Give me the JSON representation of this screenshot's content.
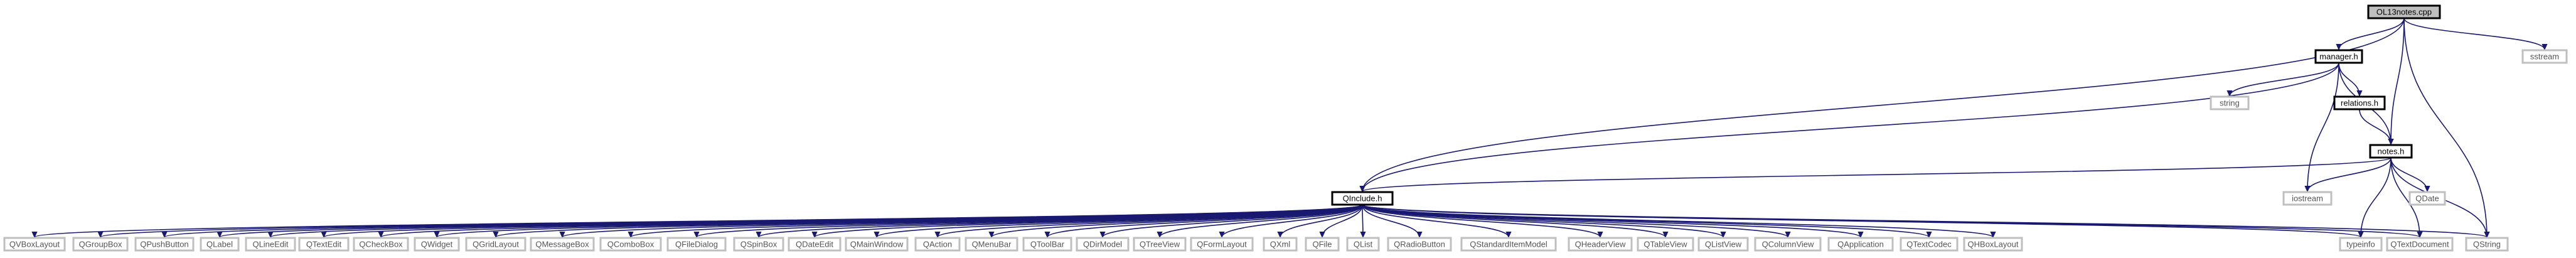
{
  "graph": {
    "nodes": [
      {
        "id": "root",
        "label": "OL13notes.cpp",
        "style": "root"
      },
      {
        "id": "manager",
        "label": "manager.h",
        "style": "internal"
      },
      {
        "id": "sstream",
        "label": "sstream",
        "style": "leaf"
      },
      {
        "id": "string",
        "label": "string",
        "style": "leaf"
      },
      {
        "id": "relations",
        "label": "relations.h",
        "style": "internal"
      },
      {
        "id": "notes",
        "label": "notes.h",
        "style": "internal"
      },
      {
        "id": "qinclude",
        "label": "QInclude.h",
        "style": "internal"
      },
      {
        "id": "iostream",
        "label": "iostream",
        "style": "leaf"
      },
      {
        "id": "qdate",
        "label": "QDate",
        "style": "leaf"
      },
      {
        "id": "typeinfo",
        "label": "typeinfo",
        "style": "leaf"
      },
      {
        "id": "qtextdocument",
        "label": "QTextDocument",
        "style": "leaf"
      },
      {
        "id": "qstring",
        "label": "QString",
        "style": "leaf"
      },
      {
        "id": "qvboxlayout",
        "label": "QVBoxLayout",
        "style": "leaf"
      },
      {
        "id": "qgroupbox",
        "label": "QGroupBox",
        "style": "leaf"
      },
      {
        "id": "qpushbutton",
        "label": "QPushButton",
        "style": "leaf"
      },
      {
        "id": "qlabel",
        "label": "QLabel",
        "style": "leaf"
      },
      {
        "id": "qlineedit",
        "label": "QLineEdit",
        "style": "leaf"
      },
      {
        "id": "qtextedit",
        "label": "QTextEdit",
        "style": "leaf"
      },
      {
        "id": "qcheckbox",
        "label": "QCheckBox",
        "style": "leaf"
      },
      {
        "id": "qwidget",
        "label": "QWidget",
        "style": "leaf"
      },
      {
        "id": "qgridlayout",
        "label": "QGridLayout",
        "style": "leaf"
      },
      {
        "id": "qmessagebox",
        "label": "QMessageBox",
        "style": "leaf"
      },
      {
        "id": "qcombobox",
        "label": "QComboBox",
        "style": "leaf"
      },
      {
        "id": "qfiledialog",
        "label": "QFileDialog",
        "style": "leaf"
      },
      {
        "id": "qspinbox",
        "label": "QSpinBox",
        "style": "leaf"
      },
      {
        "id": "qdateedit",
        "label": "QDateEdit",
        "style": "leaf"
      },
      {
        "id": "qmainwindow",
        "label": "QMainWindow",
        "style": "leaf"
      },
      {
        "id": "qaction",
        "label": "QAction",
        "style": "leaf"
      },
      {
        "id": "qmenubar",
        "label": "QMenuBar",
        "style": "leaf"
      },
      {
        "id": "qtoolbar",
        "label": "QToolBar",
        "style": "leaf"
      },
      {
        "id": "qdirmodel",
        "label": "QDirModel",
        "style": "leaf"
      },
      {
        "id": "qtreeview",
        "label": "QTreeView",
        "style": "leaf"
      },
      {
        "id": "qformlayout",
        "label": "QFormLayout",
        "style": "leaf"
      },
      {
        "id": "qxml",
        "label": "QXml",
        "style": "leaf"
      },
      {
        "id": "qfile",
        "label": "QFile",
        "style": "leaf"
      },
      {
        "id": "qlist",
        "label": "QList",
        "style": "leaf"
      },
      {
        "id": "qradiobutton",
        "label": "QRadioButton",
        "style": "leaf"
      },
      {
        "id": "qstandarditemmodel",
        "label": "QStandardItemModel",
        "style": "leaf"
      },
      {
        "id": "qheaderview",
        "label": "QHeaderView",
        "style": "leaf"
      },
      {
        "id": "qtableview",
        "label": "QTableView",
        "style": "leaf"
      },
      {
        "id": "qlistview",
        "label": "QListView",
        "style": "leaf"
      },
      {
        "id": "qcolumnview",
        "label": "QColumnView",
        "style": "leaf"
      },
      {
        "id": "qapplication",
        "label": "QApplication",
        "style": "leaf"
      },
      {
        "id": "qtextcodec",
        "label": "QTextCodec",
        "style": "leaf"
      },
      {
        "id": "qhboxlayout",
        "label": "QHBoxLayout",
        "style": "leaf"
      }
    ],
    "edges": [
      [
        "root",
        "manager"
      ],
      [
        "root",
        "sstream"
      ],
      [
        "root",
        "notes"
      ],
      [
        "root",
        "qinclude"
      ],
      [
        "root",
        "qstring"
      ],
      [
        "manager",
        "string"
      ],
      [
        "manager",
        "relations"
      ],
      [
        "manager",
        "notes"
      ],
      [
        "manager",
        "qinclude"
      ],
      [
        "manager",
        "iostream"
      ],
      [
        "relations",
        "notes"
      ],
      [
        "notes",
        "qinclude"
      ],
      [
        "notes",
        "iostream"
      ],
      [
        "notes",
        "qdate"
      ],
      [
        "notes",
        "typeinfo"
      ],
      [
        "notes",
        "qtextdocument"
      ],
      [
        "notes",
        "qstring"
      ],
      [
        "qinclude",
        "qvboxlayout"
      ],
      [
        "qinclude",
        "qgroupbox"
      ],
      [
        "qinclude",
        "qpushbutton"
      ],
      [
        "qinclude",
        "qlabel"
      ],
      [
        "qinclude",
        "qlineedit"
      ],
      [
        "qinclude",
        "qtextedit"
      ],
      [
        "qinclude",
        "qcheckbox"
      ],
      [
        "qinclude",
        "qwidget"
      ],
      [
        "qinclude",
        "qgridlayout"
      ],
      [
        "qinclude",
        "qmessagebox"
      ],
      [
        "qinclude",
        "qcombobox"
      ],
      [
        "qinclude",
        "qfiledialog"
      ],
      [
        "qinclude",
        "qspinbox"
      ],
      [
        "qinclude",
        "qdateedit"
      ],
      [
        "qinclude",
        "qmainwindow"
      ],
      [
        "qinclude",
        "qaction"
      ],
      [
        "qinclude",
        "qmenubar"
      ],
      [
        "qinclude",
        "qtoolbar"
      ],
      [
        "qinclude",
        "qdirmodel"
      ],
      [
        "qinclude",
        "qtreeview"
      ],
      [
        "qinclude",
        "qformlayout"
      ],
      [
        "qinclude",
        "qxml"
      ],
      [
        "qinclude",
        "qfile"
      ],
      [
        "qinclude",
        "qlist"
      ],
      [
        "qinclude",
        "qradiobutton"
      ],
      [
        "qinclude",
        "qstandarditemmodel"
      ],
      [
        "qinclude",
        "qheaderview"
      ],
      [
        "qinclude",
        "qtableview"
      ],
      [
        "qinclude",
        "qlistview"
      ],
      [
        "qinclude",
        "qcolumnview"
      ],
      [
        "qinclude",
        "qapplication"
      ],
      [
        "qinclude",
        "qtextcodec"
      ],
      [
        "qinclude",
        "qhboxlayout"
      ],
      [
        "qinclude",
        "typeinfo"
      ],
      [
        "qinclude",
        "qtextdocument"
      ],
      [
        "qinclude",
        "qstring"
      ]
    ]
  }
}
